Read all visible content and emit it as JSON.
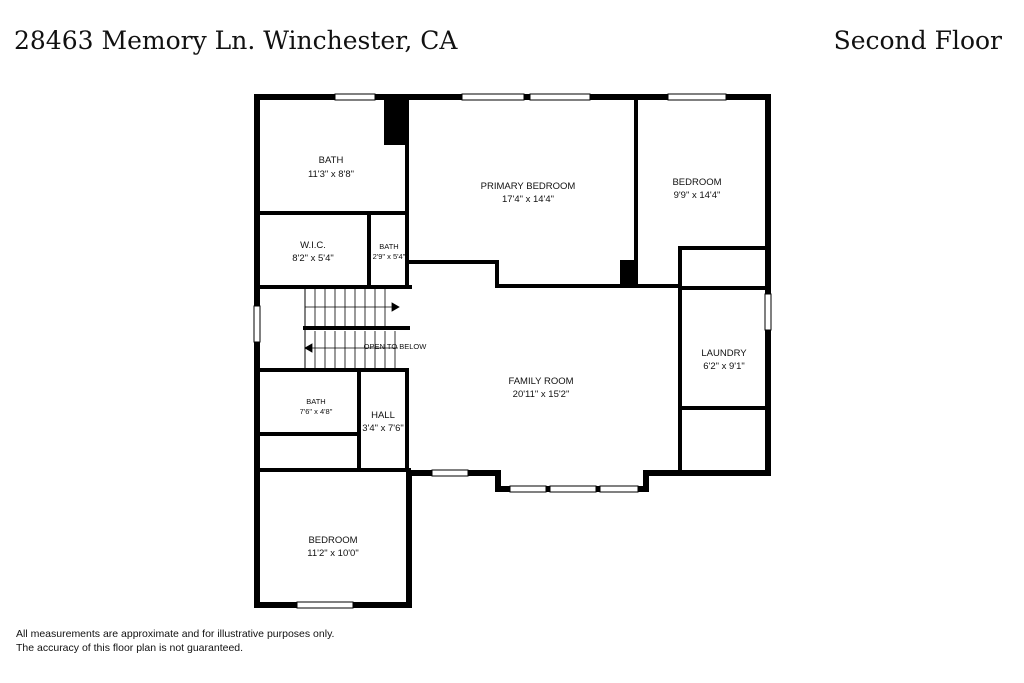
{
  "header": {
    "address": "28463 Memory Ln. Winchester, CA",
    "floor": "Second Floor"
  },
  "rooms": {
    "bath_master": {
      "name": "BATH",
      "dims": "11'3\" x 8'8\""
    },
    "wic": {
      "name": "W.I.C.",
      "dims": "8'2\" x 5'4\""
    },
    "bath_small": {
      "name": "BATH",
      "dims": "2'9\" x 5'4\""
    },
    "primary_bedroom": {
      "name": "PRIMARY BEDROOM",
      "dims": "17'4\" x 14'4\""
    },
    "bedroom_right": {
      "name": "BEDROOM",
      "dims": "9'9\" x 14'4\""
    },
    "open_to_below": {
      "name": "OPEN TO BELOW"
    },
    "laundry": {
      "name": "LAUNDRY",
      "dims": "6'2\" x 9'1\""
    },
    "family_room": {
      "name": "FAMILY ROOM",
      "dims": "20'11\" x 15'2\""
    },
    "bath_hall": {
      "name": "BATH",
      "dims": "7'6\" x 4'8\""
    },
    "hall": {
      "name": "HALL",
      "dims": "3'4\" x 7'6\""
    },
    "bedroom_bottom": {
      "name": "BEDROOM",
      "dims": "11'2\" x 10'0\""
    }
  },
  "disclaimer": {
    "line1": "All measurements are approximate and for illustrative purposes only.",
    "line2": "The accuracy of this floor plan is not guaranteed."
  }
}
